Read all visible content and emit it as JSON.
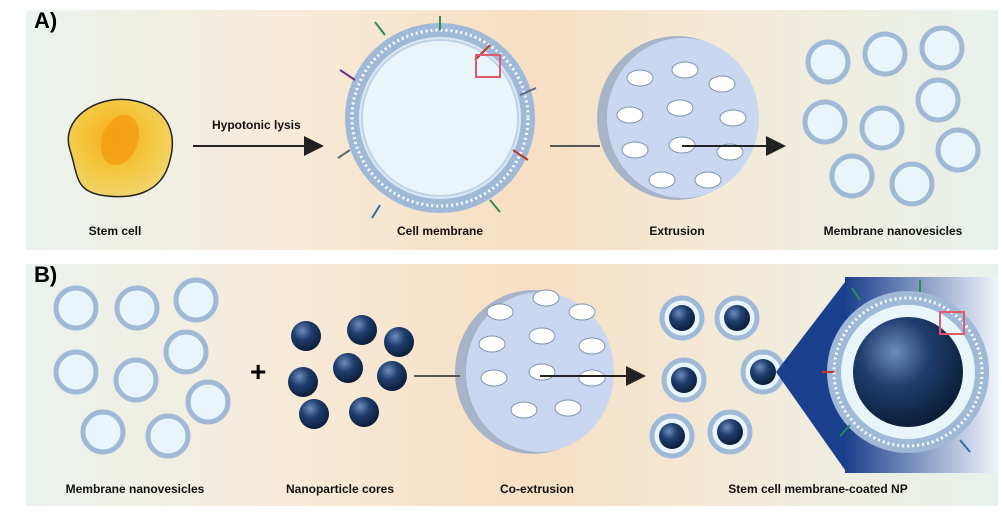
{
  "panel_a": {
    "label": "A)",
    "arrow_label": "Hypotonic lysis",
    "captions": [
      "Stem cell",
      "Cell membrane",
      "Extrusion",
      "Membrane nanovesicles"
    ]
  },
  "panel_b": {
    "label": "B)",
    "plus": "+",
    "captions": [
      "Membrane nanovesicles",
      "Nanoparticle cores",
      "Co-extrusion",
      "Stem cell membrane-coated NP"
    ]
  },
  "colors": {
    "membrane": "#9fb9d6",
    "vesicle_fill": "#e8f6fb",
    "core": "#1c3a63",
    "filter": "#c9d8f0",
    "cell": "#f2c94c"
  }
}
